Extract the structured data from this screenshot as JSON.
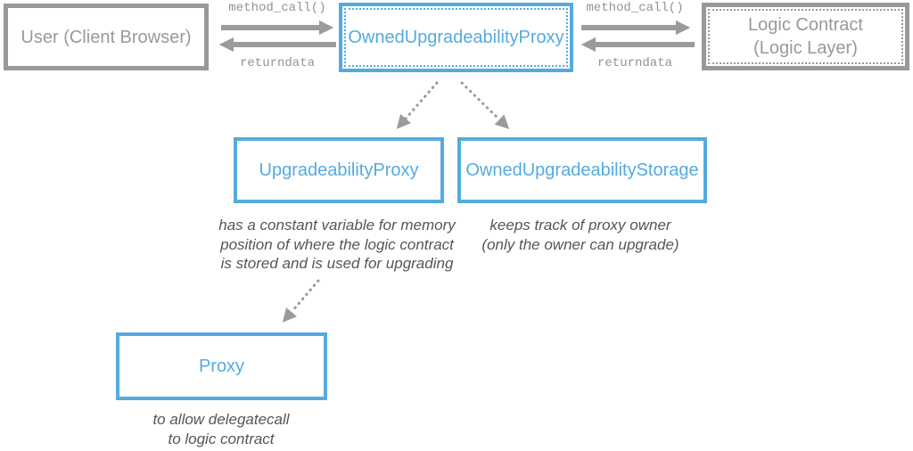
{
  "diagram": {
    "boxes": {
      "user": {
        "label": "User (Client Browser)"
      },
      "owned_proxy": {
        "label": "OwnedUpgradeabilityProxy"
      },
      "logic": {
        "line1": "Logic Contract",
        "line2": "(Logic Layer)"
      },
      "upgradeability_proxy": {
        "label": "UpgradeabilityProxy"
      },
      "owned_storage": {
        "label": "OwnedUpgradeabilityStorage"
      },
      "proxy": {
        "label": "Proxy"
      }
    },
    "arrows": {
      "user_to_proxy": {
        "call": "method_call()",
        "ret": "returndata"
      },
      "proxy_to_logic": {
        "call": "method_call()",
        "ret": "returndata"
      }
    },
    "captions": {
      "upgradeability_proxy": [
        "has a constant variable for memory",
        "position of where the logic contract",
        "is stored and is used for upgrading"
      ],
      "owned_storage": [
        "keeps track of proxy owner",
        "(only the owner can upgrade)"
      ],
      "proxy": [
        "to allow delegatecall",
        "to logic contract"
      ]
    },
    "colors": {
      "blue": "#55abde",
      "gray": "#97999c",
      "arrow_gray": "#9a9b9e",
      "caption_gray": "#55565a"
    }
  }
}
